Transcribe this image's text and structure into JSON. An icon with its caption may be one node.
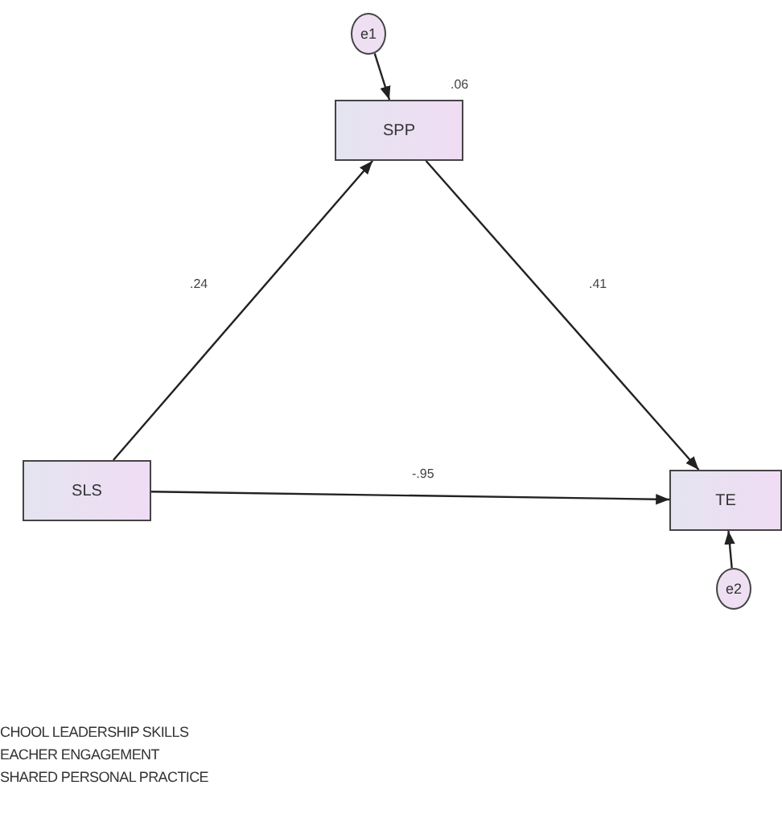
{
  "diagram": {
    "nodes": [
      {
        "text": [
          "e1"
        ]
      },
      {
        "text": [
          "SPP"
        ],
        "beside": [
          ".06"
        ]
      },
      {
        "text": [
          "SLS"
        ]
      },
      {
        "text": [
          "TE"
        ]
      },
      {
        "text": [
          "e2"
        ]
      }
    ],
    "edges": [
      {
        "from": 0,
        "to": 1,
        "arrow": "to"
      },
      {
        "from": 2,
        "to": 1,
        "arrow": "to",
        "label": ".24"
      },
      {
        "from": 1,
        "to": 3,
        "arrow": "to",
        "label": ".41"
      },
      {
        "from": 2,
        "to": 3,
        "arrow": "to",
        "label": "-.95"
      },
      {
        "from": 4,
        "to": 3,
        "arrow": "to"
      }
    ],
    "labels": [
      "CHOOL LEADERSHIP SKILLS",
      "EACHER ENGAGEMENT",
      "SHARED PERSONAL PRACTICE"
    ]
  }
}
